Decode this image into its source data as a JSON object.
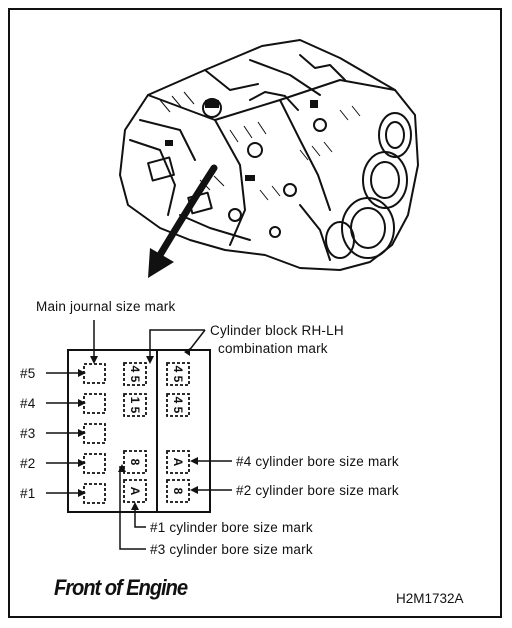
{
  "labels": {
    "main_journal": "Main journal size mark",
    "cyl_block_line1": "Cylinder block RH-LH",
    "cyl_block_line2": "combination mark",
    "bore4": "#4 cylinder bore size mark",
    "bore2": "#2 cylinder bore size mark",
    "bore1": "#1 cylinder bore size mark",
    "bore3": "#3 cylinder bore size mark"
  },
  "journals": [
    "#5",
    "#4",
    "#3",
    "#2",
    "#1"
  ],
  "marks": {
    "col_mid": [
      "4 5",
      "1 5",
      "8",
      "A"
    ],
    "col_right": [
      "4 5",
      "4 5",
      "A",
      "8"
    ]
  },
  "footer": {
    "title": "Front of Engine",
    "code": "H2M1732A"
  }
}
